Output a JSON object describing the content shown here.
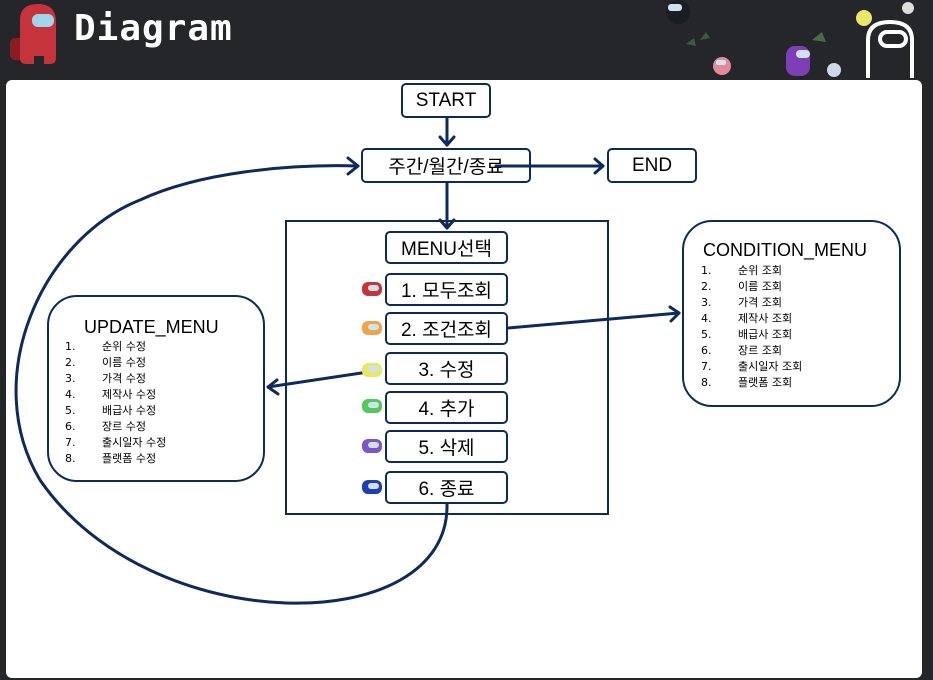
{
  "header": {
    "title": "Diagram"
  },
  "nodes": {
    "start": "START",
    "period": "주간/월간/종료",
    "end": "END",
    "menu_select": "MENU선택"
  },
  "menu_items": [
    {
      "label": "1. 모두조회",
      "icon_color": "#c5333b"
    },
    {
      "label": "2. 조건조회",
      "icon_color": "#f0a44a"
    },
    {
      "label": "3. 수정",
      "icon_color": "#eae66a"
    },
    {
      "label": "4. 추가",
      "icon_color": "#55c85a"
    },
    {
      "label": "5. 삭제",
      "icon_color": "#7e55c8"
    },
    {
      "label": "6. 종료",
      "icon_color": "#1e3fae"
    }
  ],
  "update_menu": {
    "title": "UPDATE_MENU",
    "items": [
      {
        "num": "1.",
        "text": "순위 수정"
      },
      {
        "num": "2.",
        "text": "이름 수정"
      },
      {
        "num": "3.",
        "text": "가격 수정"
      },
      {
        "num": "4.",
        "text": "제작사 수정"
      },
      {
        "num": "5.",
        "text": "배급사 수정"
      },
      {
        "num": "6.",
        "text": "장르 수정"
      },
      {
        "num": "7.",
        "text": "출시일자 수정"
      },
      {
        "num": "8.",
        "text": "플랫폼 수정"
      }
    ]
  },
  "condition_menu": {
    "title": "CONDITION_MENU",
    "items": [
      {
        "num": "1.",
        "text": "순위 조회"
      },
      {
        "num": "2.",
        "text": "이름 조회"
      },
      {
        "num": "3.",
        "text": "가격 조회"
      },
      {
        "num": "4.",
        "text": "제작사 조회"
      },
      {
        "num": "5.",
        "text": "배급사 조회"
      },
      {
        "num": "6.",
        "text": "장르 조회"
      },
      {
        "num": "7.",
        "text": "출시일자 조회"
      },
      {
        "num": "8.",
        "text": "플랫폼 조회"
      }
    ]
  },
  "colors": {
    "line": "#0e2a5c",
    "header_bg": "#252629",
    "logo_red": "#c5333b"
  }
}
